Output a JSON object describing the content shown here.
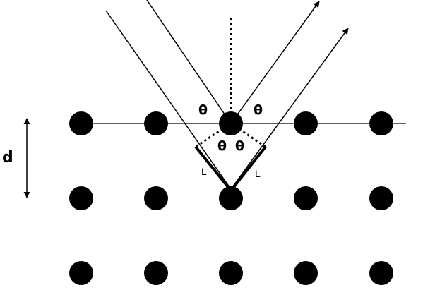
{
  "labels": {
    "spacing": "d",
    "theta": "θ",
    "path_segment": "L"
  },
  "colors": {
    "ink": "#000000",
    "background": "#ffffff"
  }
}
